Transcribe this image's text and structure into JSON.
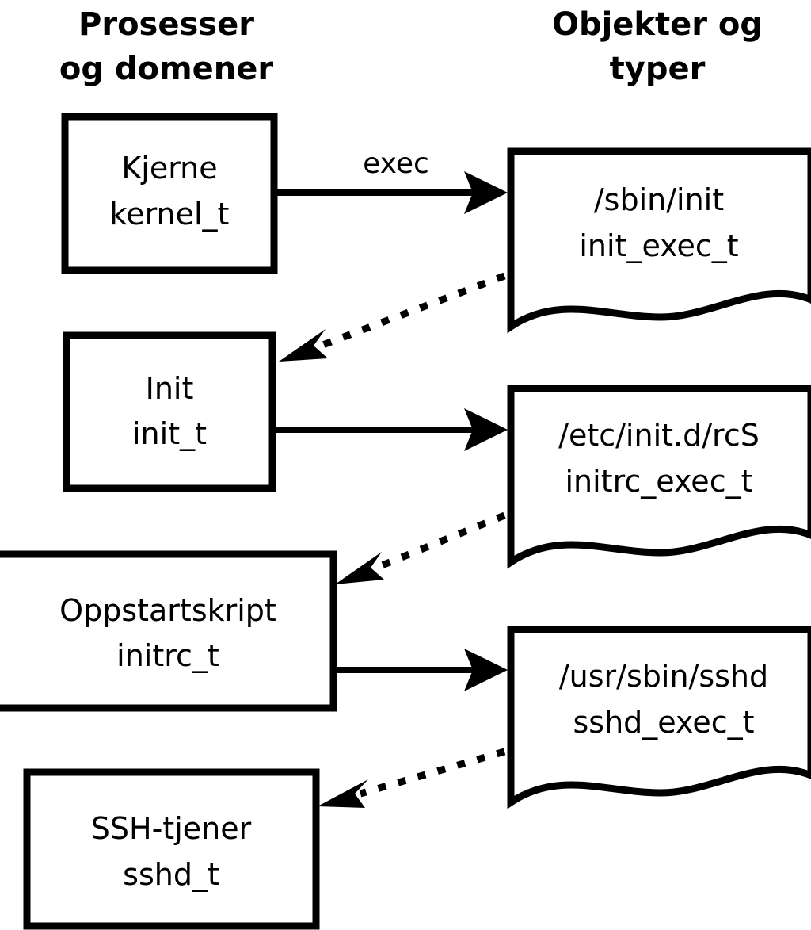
{
  "diagram": {
    "title_columns": {
      "left": {
        "line1": "Prosesser",
        "line2": "og domener"
      },
      "right": {
        "line1": "Objekter og",
        "line2": "typer"
      }
    },
    "process_nodes": [
      {
        "id": "kernel",
        "line1": "Kjerne",
        "line2": "kernel_t"
      },
      {
        "id": "init",
        "line1": "Init",
        "line2": "init_t"
      },
      {
        "id": "initrc",
        "line1": "Oppstartskript",
        "line2": "initrc_t"
      },
      {
        "id": "sshd",
        "line1": "SSH-tjener",
        "line2": "sshd_t"
      }
    ],
    "object_nodes": [
      {
        "id": "init_exec",
        "line1": "/sbin/init",
        "line2": "init_exec_t"
      },
      {
        "id": "initrc_exec",
        "line1": "/etc/init.d/rcS",
        "line2": "initrc_exec_t"
      },
      {
        "id": "sshd_exec",
        "line1": "/usr/sbin/sshd",
        "line2": "sshd_exec_t"
      }
    ],
    "edges": [
      {
        "id": "kernel-execs-init",
        "from": "kernel",
        "to": "init_exec",
        "style": "solid",
        "label": "exec"
      },
      {
        "id": "init_exec-to-init",
        "from": "init_exec",
        "to": "init",
        "style": "dotted",
        "label": ""
      },
      {
        "id": "init-execs-initrc",
        "from": "init",
        "to": "initrc_exec",
        "style": "solid",
        "label": ""
      },
      {
        "id": "initrc_exec-to-initrc",
        "from": "initrc_exec",
        "to": "initrc",
        "style": "dotted",
        "label": ""
      },
      {
        "id": "initrc-execs-sshd",
        "from": "initrc",
        "to": "sshd_exec",
        "style": "solid",
        "label": ""
      },
      {
        "id": "sshd_exec-to-sshd",
        "from": "sshd_exec",
        "to": "sshd",
        "style": "dotted",
        "label": ""
      }
    ],
    "colors": {
      "background": "#ffffff",
      "stroke": "#000000",
      "fill": "#ffffff",
      "text": "#000000"
    }
  }
}
